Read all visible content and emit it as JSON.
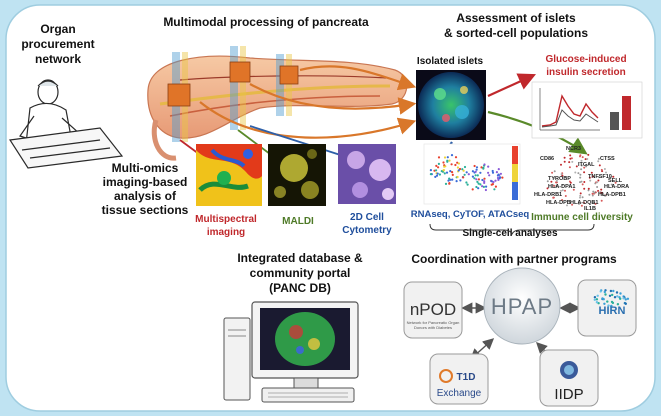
{
  "titles": {
    "organ": [
      "Organ",
      "procurement",
      "network"
    ],
    "processing": "Multimodal processing of pancreata",
    "assessment": [
      "Assessment of islets",
      "& sorted-cell populations"
    ],
    "multiomics": [
      "Multi-omics",
      "imaging-based",
      "analysis of",
      "tissue sections"
    ],
    "database": [
      "Integrated database &",
      "community portal",
      "(PANC DB)"
    ],
    "coordination": "Coordination with partner programs"
  },
  "labels": {
    "isolated_islets": "Isolated islets",
    "glucose": [
      "Glucose-induced",
      "insulin secretion"
    ],
    "multispectral": [
      "Multispectral",
      "imaging"
    ],
    "maldi": "MALDI",
    "cytometry": [
      "2D Cell",
      "Cytometry"
    ],
    "rnaseq": "RNAseq, CyTOF, ATACseq",
    "single_cell": "Single-cell analyses",
    "immune": "Immune cell diversity"
  },
  "gene_labels": [
    "NCR3",
    "CD86",
    "TYROBP",
    "TNFSF10",
    "HLA-DRB1",
    "HLA-DPA1",
    "HLA-DPB1",
    "HLA-DQB1",
    "HLA-DRA",
    "IL1B",
    "ITGAL",
    "CTSS",
    "SELL",
    "HLA-DPB"
  ],
  "partners": {
    "npod": "nPOD",
    "npod_sub": [
      "Network for Pancreatic Organ",
      "Donors with Diabetes"
    ],
    "hpap": "HPAP",
    "hirn": "HIRN",
    "t1d": [
      "T1D",
      "Exchange"
    ],
    "iidp": "IIDP"
  },
  "colors": {
    "background": "#bfe3f2",
    "panel": "#ffffff",
    "orange_arrow": "#d9772a",
    "red_label": "#c0282c",
    "blue_label": "#1f4e9c",
    "green_label": "#4e7a27"
  }
}
